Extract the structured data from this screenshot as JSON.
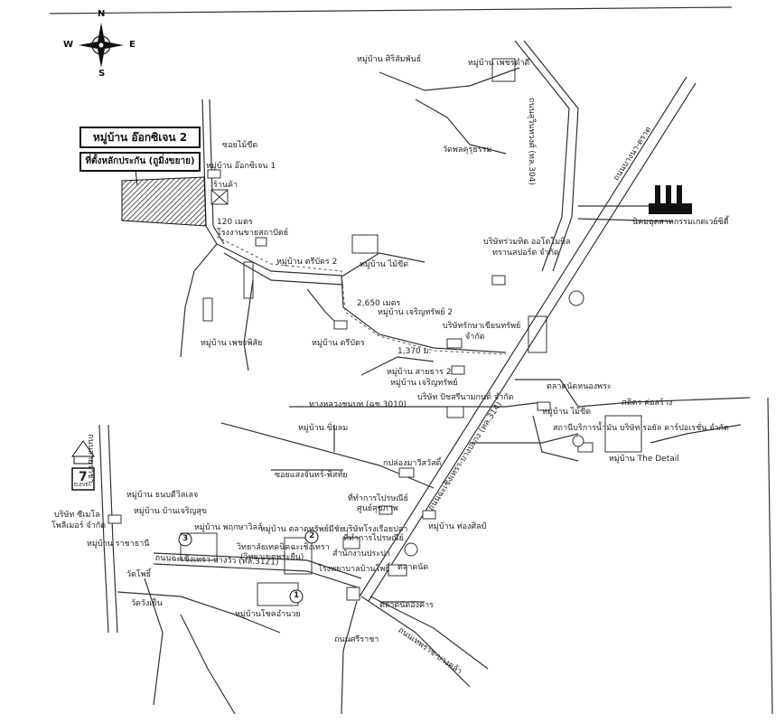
{
  "compass": {
    "n": "N",
    "s": "S",
    "e": "E",
    "w": "W"
  },
  "project": {
    "title": "หมู่บ้าน อ๊อกซิเจน 2",
    "subtitle": "ที่ตั้งหลักประกัน (ถูมิ่งขยาย)"
  },
  "labels": [
    {
      "key": "l1",
      "text": "หมู่บ้าน ศิริสัมพันธ์"
    },
    {
      "key": "l2",
      "text": "หมู่บ้าน เพชรดำดี"
    },
    {
      "key": "l3",
      "text": "ถนนสุวินทวงศ์ (ทล.304)"
    },
    {
      "key": "l4",
      "text": "วัดพลคุรุธรรม"
    },
    {
      "key": "l5",
      "text": "ซอยไม้ขีด"
    },
    {
      "key": "l6",
      "text": "หมู่บ้าน อ๊อกซิเจน 1"
    },
    {
      "key": "l7",
      "text": "ร้านค้า"
    },
    {
      "key": "l8",
      "text": "120 เมตร"
    },
    {
      "key": "l9",
      "text": "โรงงานขายสถาปัตย์"
    },
    {
      "key": "l10",
      "text": "หมู่บ้าน ตรีบัตร 2"
    },
    {
      "key": "l11",
      "text": "หมู่บ้าน ไม้ขีด"
    },
    {
      "key": "l12",
      "text": "บริษัทร่วมทิต ออโตโมบิล"
    },
    {
      "key": "l13",
      "text": "ทรานสปอร์ต จำกัด"
    },
    {
      "key": "l14",
      "text": "นิคมอุตสาหกรรมเกตเวย์ซิตี้"
    },
    {
      "key": "l15",
      "text": "ถนนบางนา-ตราด"
    },
    {
      "key": "l16",
      "text": "2,650 เมตร"
    },
    {
      "key": "l17",
      "text": "หมู่บ้าน เจริญทรัพย์ 2"
    },
    {
      "key": "l18",
      "text": "บริษัทรักษาเขียนทรัพย์"
    },
    {
      "key": "l19",
      "text": "จำกัด"
    },
    {
      "key": "l20",
      "text": "หมู่บ้าน ตรีบัตร"
    },
    {
      "key": "l21",
      "text": "หมู่บ้าน เพชรพิสัย"
    },
    {
      "key": "l22",
      "text": "1,370 ม."
    },
    {
      "key": "l23",
      "text": "หมู่บ้าน สายธาร 2"
    },
    {
      "key": "l24",
      "text": "หมู่บ้าน เจริญทรัพย์"
    },
    {
      "key": "l25",
      "text": "บริษัท ปัชสรีนามกนต์ จำกัด"
    },
    {
      "key": "l26",
      "text": "ทางหลวงชนบท (ฉช.3010)"
    },
    {
      "key": "l27",
      "text": "ถนนฉะเชิงเทรา-บางปะกง (ทล.314)"
    },
    {
      "key": "l28",
      "text": "ตลาดนัดหนองพระ"
    },
    {
      "key": "l29",
      "text": "หมู่บ้าน ไม้ขีด"
    },
    {
      "key": "l30",
      "text": "ศติตร ค่อสร้าง"
    },
    {
      "key": "l31",
      "text": "บริษัท รอยัล คาร์ปอเรชั่น จำกัด"
    },
    {
      "key": "l32",
      "text": "สถานีบริการน้ำมัน"
    },
    {
      "key": "l33",
      "text": "หมู่บ้าน The Detail"
    },
    {
      "key": "l34",
      "text": "หมู่บ้าน ขิ่มลม"
    },
    {
      "key": "l35",
      "text": "กปล่องมาวีสวัสดิ์"
    },
    {
      "key": "l36",
      "text": "ซอยแสงจันทร์-พิสทัย"
    },
    {
      "key": "l37",
      "text": "ถนนสายราชา"
    },
    {
      "key": "l38",
      "text": "หมู่บ้าน ธนบดีวิลเลจ"
    },
    {
      "key": "l39",
      "text": "หมู่บ้าน บ้านเจริญสุข"
    },
    {
      "key": "l40",
      "text": "บริษัท ซีเมโล"
    },
    {
      "key": "l41",
      "text": "โพลีเมอร์ จำกัด"
    },
    {
      "key": "l42",
      "text": "หมู่บ้าน ราชาธานี"
    },
    {
      "key": "l43",
      "text": "หมู่บ้าน พฤกษาวิลล์"
    },
    {
      "key": "l44",
      "text": "หมู่บ้าน ตลาดทรัพย์มีชัย"
    },
    {
      "key": "l45",
      "text": "ที่ทำการไปรษณีย์"
    },
    {
      "key": "l46",
      "text": "ศูนย์สุขภาพ"
    },
    {
      "key": "l47",
      "text": "บริษัทโรงเรือยปลา"
    },
    {
      "key": "l48",
      "text": "ที่ทำการไปรษณีย์"
    },
    {
      "key": "l49",
      "text": "สำนักงานประปา"
    },
    {
      "key": "l50",
      "text": "หมู่บ้าน ท่องศิลป์"
    },
    {
      "key": "l51",
      "text": "วิทยาลัยเทคนิคฉะเชิงเทรา"
    },
    {
      "key": "l52",
      "text": "(วิทยาเขตพระยืน)"
    },
    {
      "key": "l53",
      "text": "โรงพยาบาลบ้านโพธิ์"
    },
    {
      "key": "l54",
      "text": "ตลาดนัด"
    },
    {
      "key": "l55",
      "text": "วัดโพธิ์"
    },
    {
      "key": "l56",
      "text": "หมู่บ้านโชคอำนวย"
    },
    {
      "key": "l57",
      "text": "ถนนฉะเชิงเทรา-บางวัว (ทล.3121)"
    },
    {
      "key": "l58",
      "text": "ตลาดนัดอังคาร"
    },
    {
      "key": "l59",
      "text": "ถนนเทพราช-บางคล้า"
    },
    {
      "key": "l60",
      "text": "ถนนศรีราชา"
    },
    {
      "key": "l61",
      "text": "วัดวังเย็น"
    }
  ],
  "markers": [
    "1",
    "2",
    "3"
  ],
  "sign_7_eleven": "7",
  "sign_7_eleven_sub": "ELEVEn"
}
